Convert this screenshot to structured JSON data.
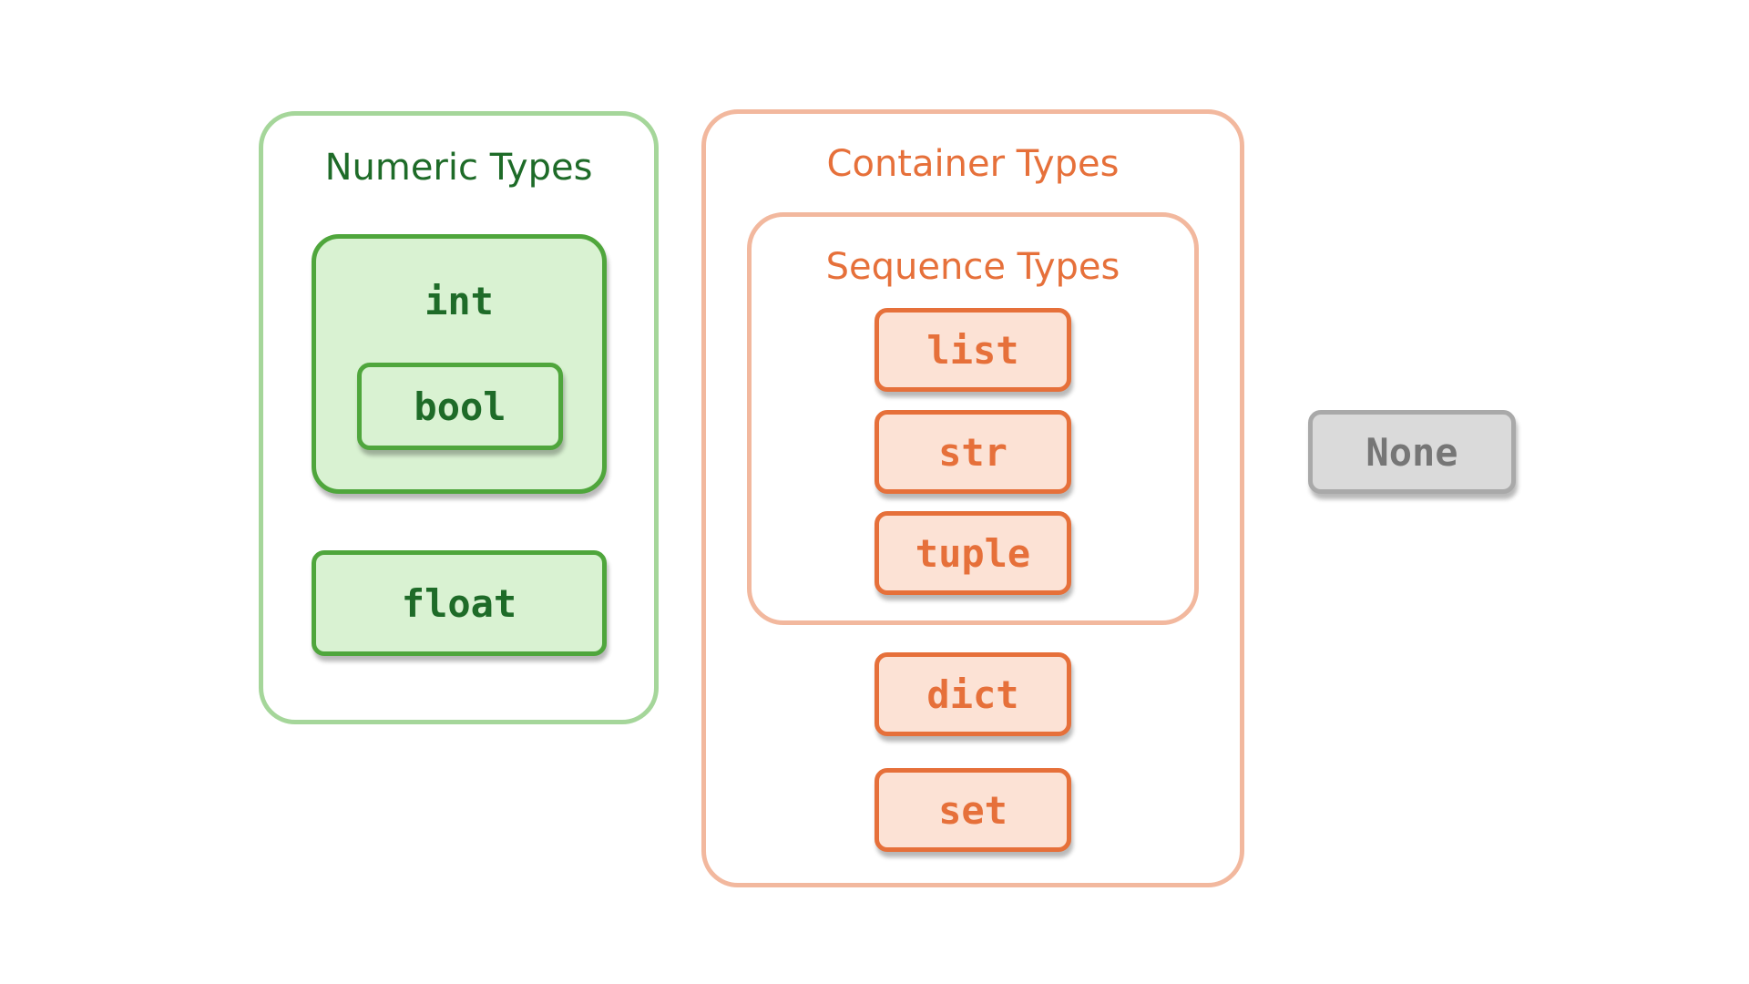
{
  "diagram": {
    "numeric": {
      "title": "Numeric Types",
      "int_label": "int",
      "bool_label": "bool",
      "float_label": "float"
    },
    "container": {
      "title": "Container Types",
      "sequence": {
        "title": "Sequence Types",
        "items": [
          "list",
          "str",
          "tuple"
        ]
      },
      "dict_label": "dict",
      "set_label": "set"
    },
    "none_label": "None"
  },
  "colors": {
    "numeric_text": "#1e6b28",
    "numeric_border": "#4fa63c",
    "numeric_fill": "#d9f2d2",
    "numeric_group_border": "#a5d69a",
    "container_text": "#e6703a",
    "container_border": "#e6703a",
    "container_fill": "#fce2d5",
    "container_group_border": "#f2b89e",
    "none_text": "#767676",
    "none_border": "#a9a9a9",
    "none_fill": "#dadada"
  }
}
